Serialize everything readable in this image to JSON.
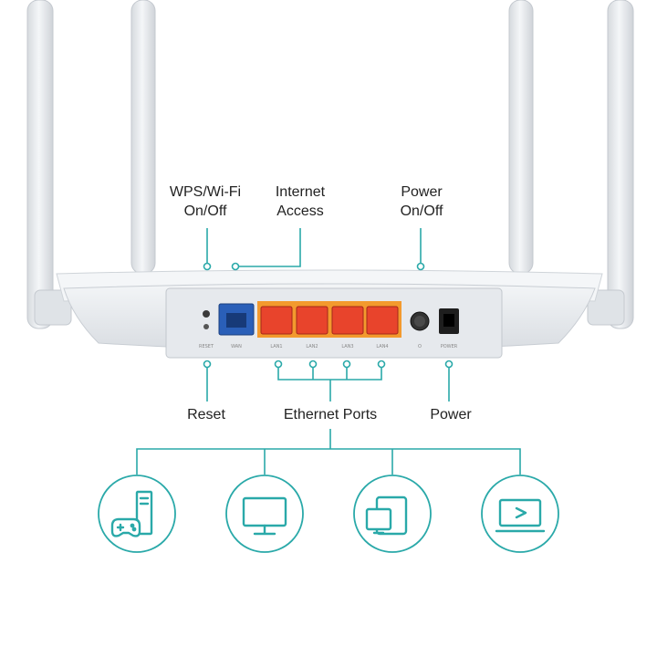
{
  "labels": {
    "wps_line1": "WPS/Wi-Fi",
    "wps_line2": "On/Off",
    "internet_line1": "Internet",
    "internet_line2": "Access",
    "power_switch_line1": "Power",
    "power_switch_line2": "On/Off",
    "reset": "Reset",
    "ethernet_ports": "Ethernet Ports",
    "power": "Power"
  },
  "port_labels": {
    "reset": "RESET",
    "wan": "WAN",
    "lan1": "LAN1",
    "lan2": "LAN2",
    "lan3": "LAN3",
    "lan4": "LAN4",
    "power_button": "O",
    "power_jack": "POWER"
  },
  "device_icons": [
    "desktop-gamepad-icon",
    "monitor-icon",
    "tablet-phone-icon",
    "tv-play-icon"
  ],
  "colors": {
    "accent": "#2aa9a9",
    "wan_port": "#2a5fb8",
    "lan_port": "#e8442c",
    "lan_panel": "#f39a2e",
    "router_body": "#eceff3"
  }
}
